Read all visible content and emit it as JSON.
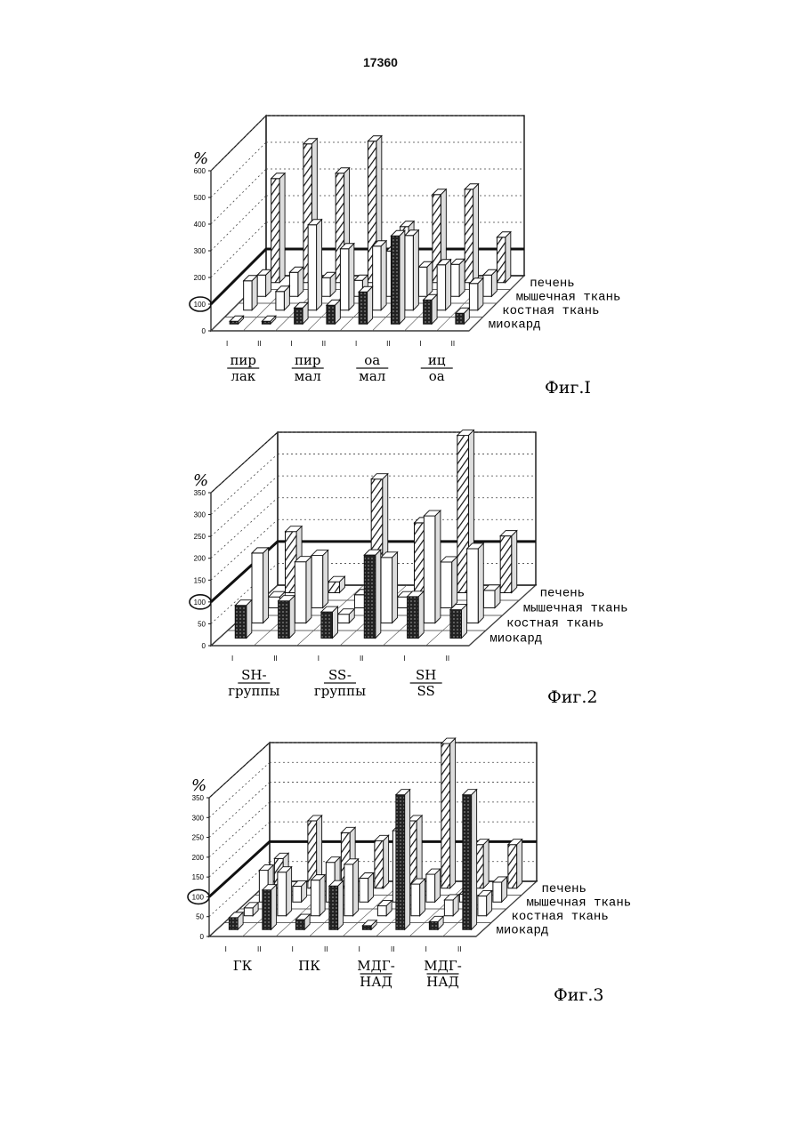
{
  "page_number": "17360",
  "chart_data": [
    {
      "type": "bar",
      "title": "Фиг.I",
      "ylabel": "%",
      "ylim": [
        0,
        600
      ],
      "yticks": [
        "0",
        "100",
        "200",
        "300",
        "400",
        "500",
        "600"
      ],
      "reference_value": 100,
      "series_names": [
        "печень",
        "мышечная ткань",
        "костная ткань",
        "миокард"
      ],
      "subgroup_marks": [
        "I",
        "II"
      ],
      "groups": [
        {
          "top": "пир",
          "bottom": "лак"
        },
        {
          "top": "пир",
          "bottom": "мал"
        },
        {
          "top": "оа",
          "bottom": "мал"
        },
        {
          "top": "иц",
          "bottom": "оа"
        }
      ],
      "series": [
        {
          "name": "миокард",
          "values": [
            10,
            10,
            60,
            70,
            120,
            330,
            90,
            40
          ]
        },
        {
          "name": "костная ткань",
          "values": [
            110,
            70,
            320,
            230,
            240,
            280,
            170,
            100
          ]
        },
        {
          "name": "мышечная ткань",
          "values": [
            80,
            90,
            70,
            60,
            170,
            110,
            120,
            80
          ]
        },
        {
          "name": "печень",
          "values": [
            390,
            520,
            410,
            530,
            210,
            330,
            350,
            170
          ]
        }
      ]
    },
    {
      "type": "bar",
      "title": "Фиг.2",
      "ylabel": "%",
      "ylim": [
        0,
        350
      ],
      "yticks": [
        "0",
        "50",
        "100",
        "150",
        "200",
        "250",
        "300",
        "350"
      ],
      "reference_value": 100,
      "series_names": [
        "печень",
        "мышечная ткань",
        "костная ткань",
        "миокард"
      ],
      "subgroup_marks": [
        "I",
        "II"
      ],
      "groups": [
        {
          "top": "SH-",
          "bottom": "группы"
        },
        {
          "top": "SS-",
          "bottom": "группы"
        },
        {
          "top": "SH",
          "bottom": "SS"
        }
      ],
      "series": [
        {
          "name": "миокард",
          "values": [
            75,
            85,
            60,
            190,
            95,
            65
          ]
        },
        {
          "name": "костная ткань",
          "values": [
            160,
            140,
            20,
            150,
            245,
            170
          ]
        },
        {
          "name": "мышечная ткань",
          "values": [
            25,
            120,
            30,
            25,
            105,
            40
          ]
        },
        {
          "name": "печень",
          "values": [
            140,
            25,
            260,
            160,
            360,
            130
          ]
        }
      ]
    },
    {
      "type": "bar",
      "title": "Фиг.3",
      "ylabel": "%",
      "ylim": [
        0,
        350
      ],
      "yticks": [
        "0",
        "50",
        "100",
        "150",
        "200",
        "250",
        "300",
        "350"
      ],
      "reference_value": 100,
      "series_names": [
        "печень",
        "мышечная ткань",
        "костная ткань",
        "миокард"
      ],
      "subgroup_marks": [
        "I",
        "II"
      ],
      "groups": [
        {
          "top": "ГК",
          "bottom": ""
        },
        {
          "top": "ПК",
          "bottom": ""
        },
        {
          "top": "МДГ-",
          "bottom": "НАД"
        },
        {
          "top": "МДГ-",
          "bottom": "НАД"
        }
      ],
      "series": [
        {
          "name": "миокард",
          "values": [
            30,
            100,
            25,
            110,
            10,
            340,
            20,
            340
          ]
        },
        {
          "name": "костная ткань",
          "values": [
            20,
            110,
            90,
            130,
            25,
            80,
            40,
            50
          ]
        },
        {
          "name": "мышечная ткань",
          "values": [
            80,
            40,
            100,
            60,
            180,
            70,
            20,
            50
          ]
        },
        {
          "name": "печень",
          "values": [
            75,
            170,
            140,
            120,
            170,
            365,
            110,
            110
          ]
        }
      ]
    }
  ]
}
